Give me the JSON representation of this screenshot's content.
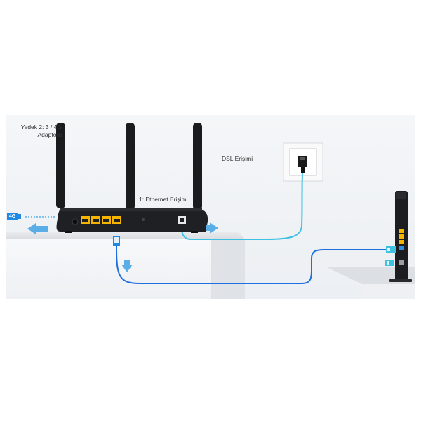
{
  "labels": {
    "backup_line1": "Yedek 2: 3 / 4G",
    "backup_line2": "Adaptörü",
    "dsl_access": "DSL Erişimi",
    "ethernet_access": "1: Ethernet Erişimi",
    "badge_4g": "4G"
  },
  "colors": {
    "background": "#ffffff",
    "wall": "#f1f3f6",
    "desk": "#dfe2e7",
    "router_body": "#1f2023",
    "lan_ports": "#f5b400",
    "cable_dsl": "#3fc1e4",
    "cable_ethernet": "#1e6fe0",
    "arrow": "#5aaee8",
    "badge": "#1e88e5"
  },
  "icons": [
    "4g-adapter-icon",
    "dsl-wall-socket-icon",
    "router-icon",
    "modem-icon",
    "arrow-left-icon",
    "arrow-right-icon",
    "arrow-down-icon"
  ]
}
